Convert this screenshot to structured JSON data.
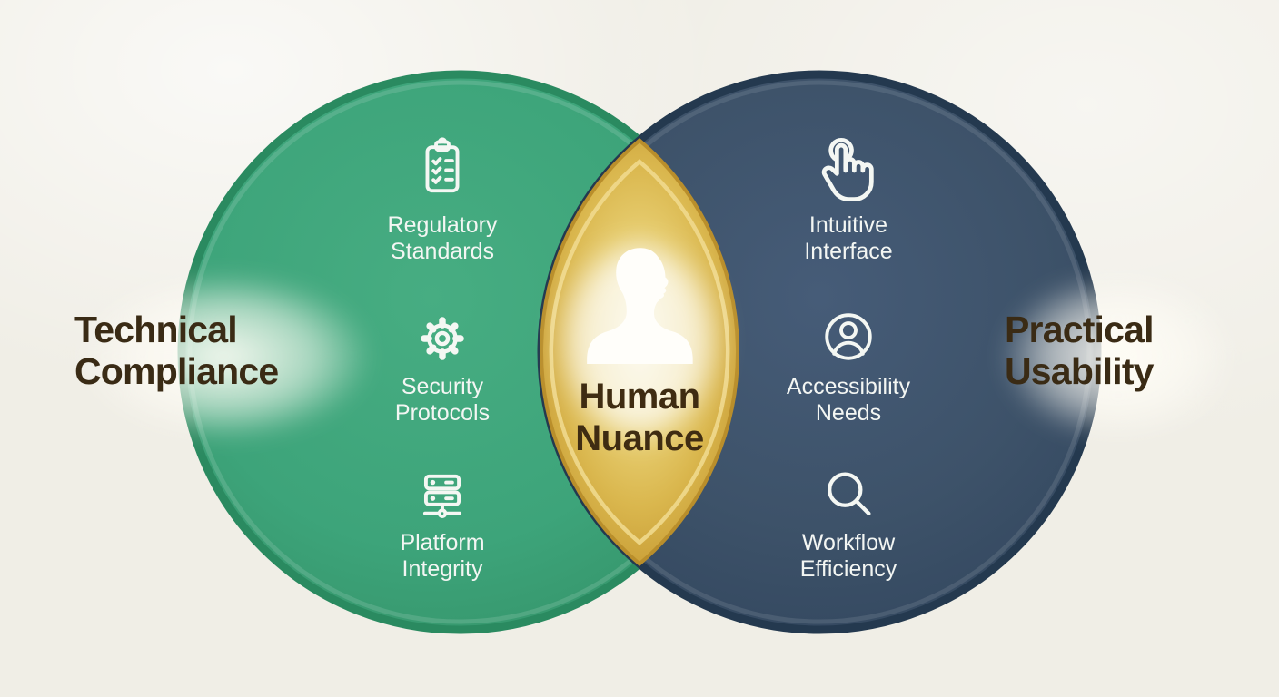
{
  "diagram_type": "venn",
  "background_color": "#f0eee6",
  "left_circle": {
    "title_line1": "Technical",
    "title_line2": "Compliance",
    "fill_color": "#3da47c",
    "border_color": "#2a8a60",
    "items": [
      {
        "icon": "clipboard-checklist-icon",
        "line1": "Regulatory",
        "line2": "Standards"
      },
      {
        "icon": "gear-icon",
        "line1": "Security",
        "line2": "Protocols"
      },
      {
        "icon": "server-stack-icon",
        "line1": "Platform",
        "line2": "Integrity"
      }
    ]
  },
  "right_circle": {
    "title_line1": "Practical",
    "title_line2": "Usability",
    "fill_color": "#3c5068",
    "border_color": "#24394f",
    "items": [
      {
        "icon": "tap-gesture-icon",
        "line1": "Intuitive",
        "line2": "Interface"
      },
      {
        "icon": "person-circle-icon",
        "line1": "Accessibility",
        "line2": "Needs"
      },
      {
        "icon": "magnifying-glass-icon",
        "line1": "Workflow",
        "line2": "Efficiency"
      }
    ]
  },
  "overlap": {
    "icon": "human-silhouette-icon",
    "line1": "Human",
    "line2": "Nuance",
    "fill_color": "#ddbb52",
    "text_color": "#3f2c12"
  },
  "title_text_color": "#3a2b15",
  "item_text_color": "#f3f6f3"
}
